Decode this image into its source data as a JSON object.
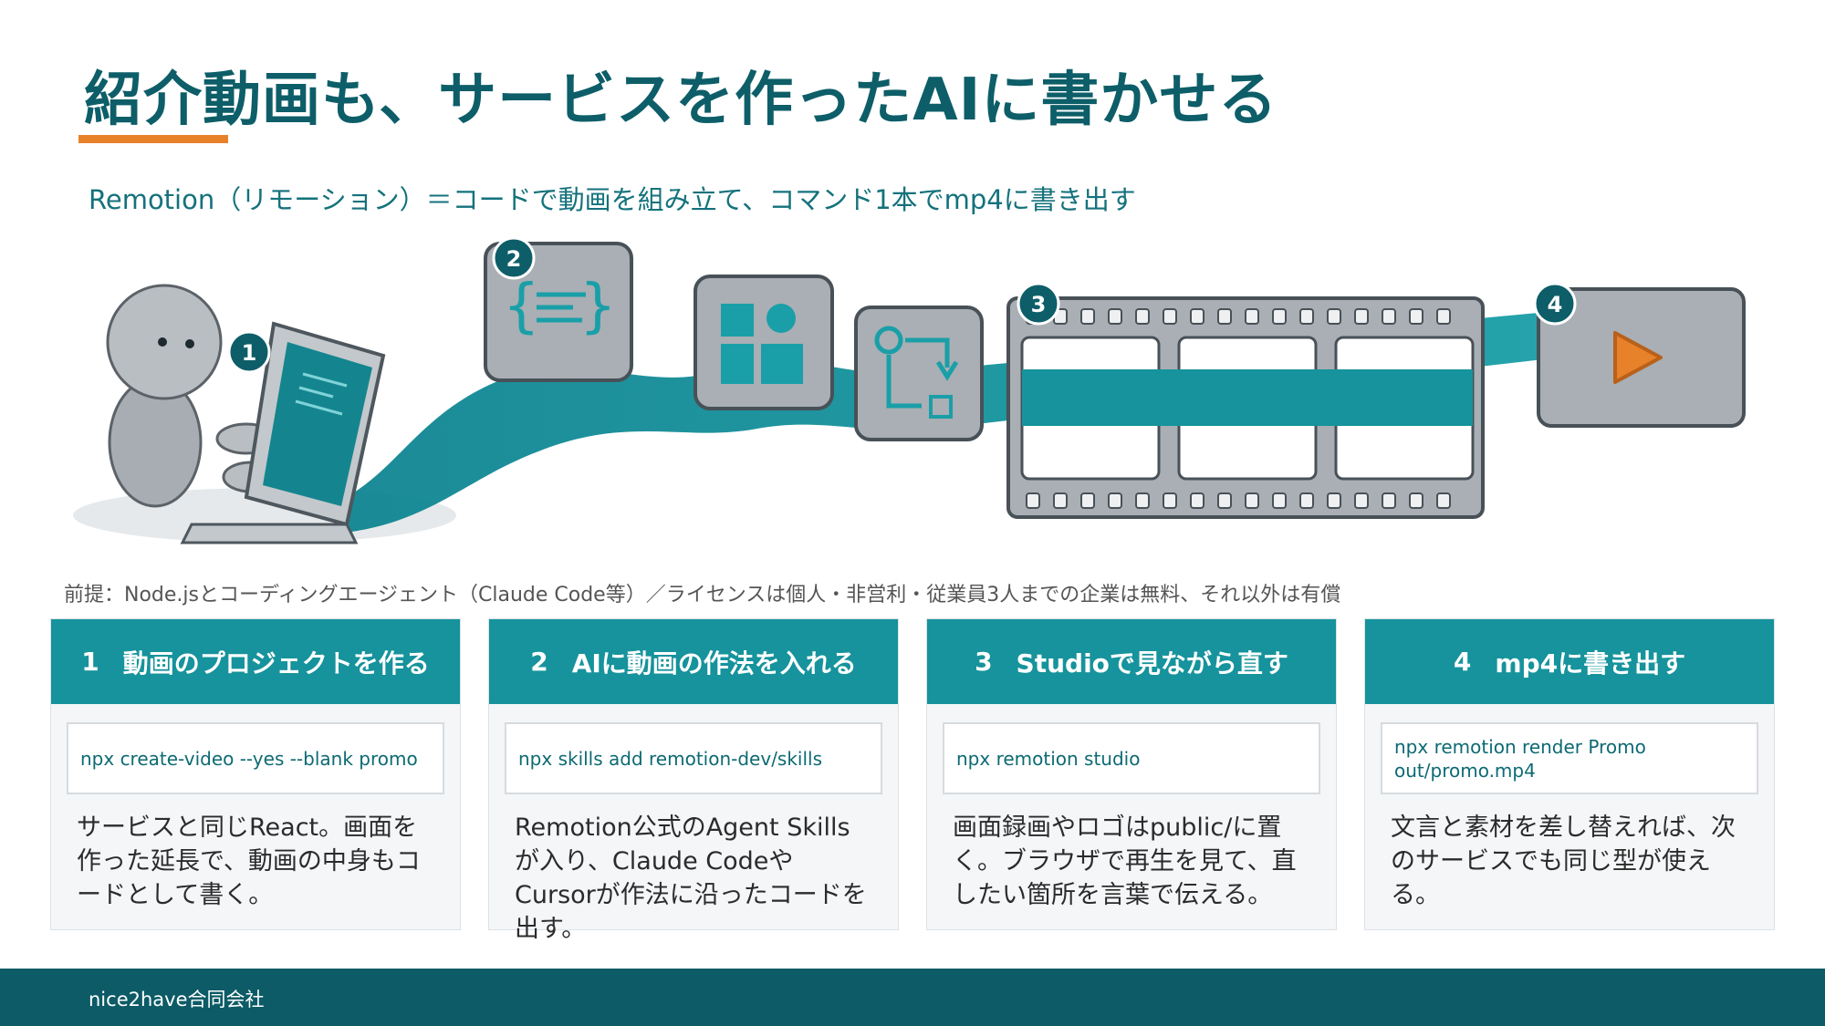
{
  "slide": {
    "title": "紹介動画も、サービスを作ったAIに書かせる",
    "subtitle": "Remotion（リモーション）＝コードで動画を組み立て、コマンド1本でmp4に書き出す",
    "premise": "前提：Node.jsとコーディングエージェント（Claude Code等）／ライセンスは個人・非営利・従業員3人までの企業は無料、それ以外は有償"
  },
  "illustration": {
    "badges": [
      "1",
      "2",
      "3",
      "4"
    ],
    "icons": [
      "robot-at-laptop",
      "code-braces-icon",
      "puzzle-icon",
      "flow-icon",
      "film-strip",
      "play-icon"
    ]
  },
  "steps": [
    {
      "num": "1",
      "title": "動画のプロジェクトを作る",
      "command": "npx create-video --yes --blank promo",
      "description": "サービスと同じReact。画面を作った延長で、動画の中身もコードとして書く。"
    },
    {
      "num": "2",
      "title": "AIに動画の作法を入れる",
      "command": "npx skills add remotion-dev/skills",
      "description": "Remotion公式のAgent Skillsが入り、Claude CodeやCursorが作法に沿ったコードを出す。"
    },
    {
      "num": "3",
      "title": "Studioで見ながら直す",
      "command": "npx remotion studio",
      "description": "画面録画やロゴはpublic/に置く。ブラウザで再生を見て、直したい箇所を言葉で伝える。"
    },
    {
      "num": "4",
      "title": "mp4に書き出す",
      "command": "npx remotion render Promo out/promo.mp4",
      "description": "文言と素材を差し替えれば、次のサービスでも同じ型が使える。"
    }
  ],
  "footer": {
    "company": "nice2have合同会社"
  },
  "colors": {
    "title": "#0d5e68",
    "accent": "#e8822a",
    "teal": "#16939c",
    "footer": "#0c5b66"
  }
}
